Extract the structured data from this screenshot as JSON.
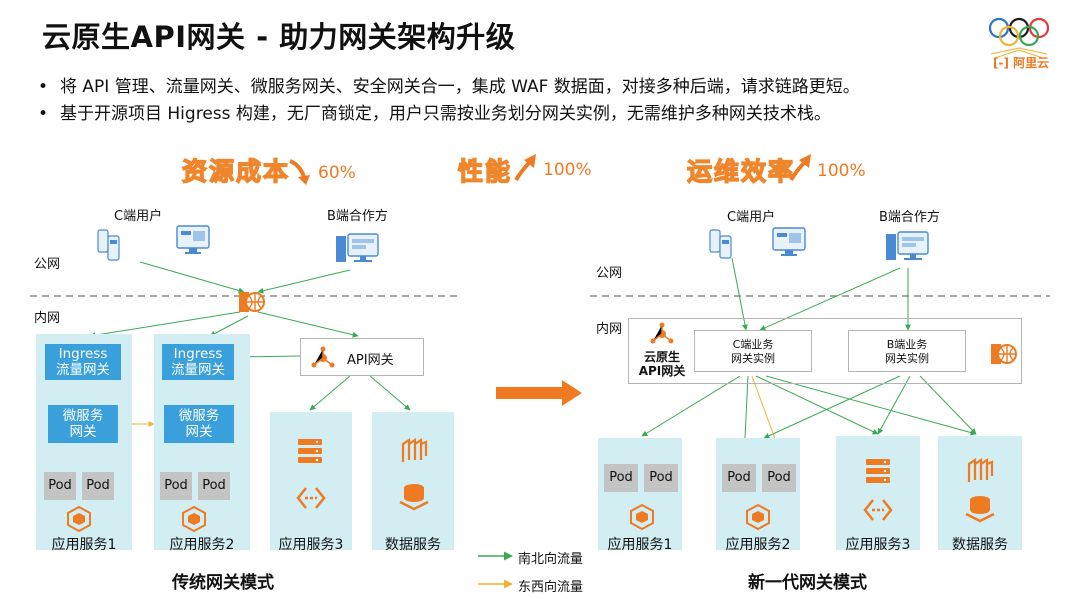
{
  "title": "云原生API网关 - 助力网关架构升级",
  "bullets": [
    "将 API 管理、流量网关、微服务网关、安全网关合一，集成 WAF 数据面，对接多种后端，请求链路更短。",
    "基于开源项目 Higress 构建，无厂商锁定，用户只需按业务划分网关实例，无需维护多种网关技术栈。"
  ],
  "bullet_marker": "•",
  "logo": {
    "rings_colors": [
      "#2a73c8",
      "#f2b233",
      "#1a1a1a",
      "#3aa655",
      "#e03a3a"
    ],
    "brand_text": "阿里云",
    "brand_icon": "[-]"
  },
  "metrics": [
    {
      "label": "资源成本",
      "direction": "down",
      "value": "60%"
    },
    {
      "label": "性能",
      "direction": "up",
      "value": "100%"
    },
    {
      "label": "运维效率",
      "direction": "up",
      "value": "100%"
    }
  ],
  "legacy": {
    "c_user": "C端用户",
    "b_partner": "B端合作方",
    "zone_public": "公网",
    "zone_internal": "内网",
    "ingress": "Ingress\n流量网关",
    "micro_gw": "微服务\n网关",
    "api_gw": "API网关",
    "pod": "Pod",
    "svc1": "应用服务1",
    "svc2": "应用服务2",
    "svc3": "应用服务3",
    "data_svc": "数据服务",
    "mode_label": "传统网关模式"
  },
  "modern": {
    "c_user": "C端用户",
    "b_partner": "B端合作方",
    "zone_public": "公网",
    "zone_internal": "内网",
    "cloud_gw": "云原生\nAPI网关",
    "c_instance": "C端业务\n网关实例",
    "b_instance": "B端业务\n网关实例",
    "pod": "Pod",
    "svc1": "应用服务1",
    "svc2": "应用服务2",
    "svc3": "应用服务3",
    "data_svc": "数据服务",
    "mode_label": "新一代网关模式"
  },
  "legend": {
    "north_south": "南北向流量",
    "east_west": "东西向流量"
  },
  "colors": {
    "accent_orange": "#ee7a22",
    "ns_green": "#3aaa55",
    "ew_yellow": "#f2b233",
    "gateway_blue": "#3aa0dc",
    "service_bg": "#d2eef3"
  },
  "icons": [
    "phone-icon",
    "monitor-icon",
    "server-monitor-icon",
    "firewall-icon",
    "hub-icon",
    "cube-cluster-icon",
    "server-stack-icon",
    "link-icon",
    "database-icon",
    "nodes-icon",
    "arrow-right-icon"
  ]
}
